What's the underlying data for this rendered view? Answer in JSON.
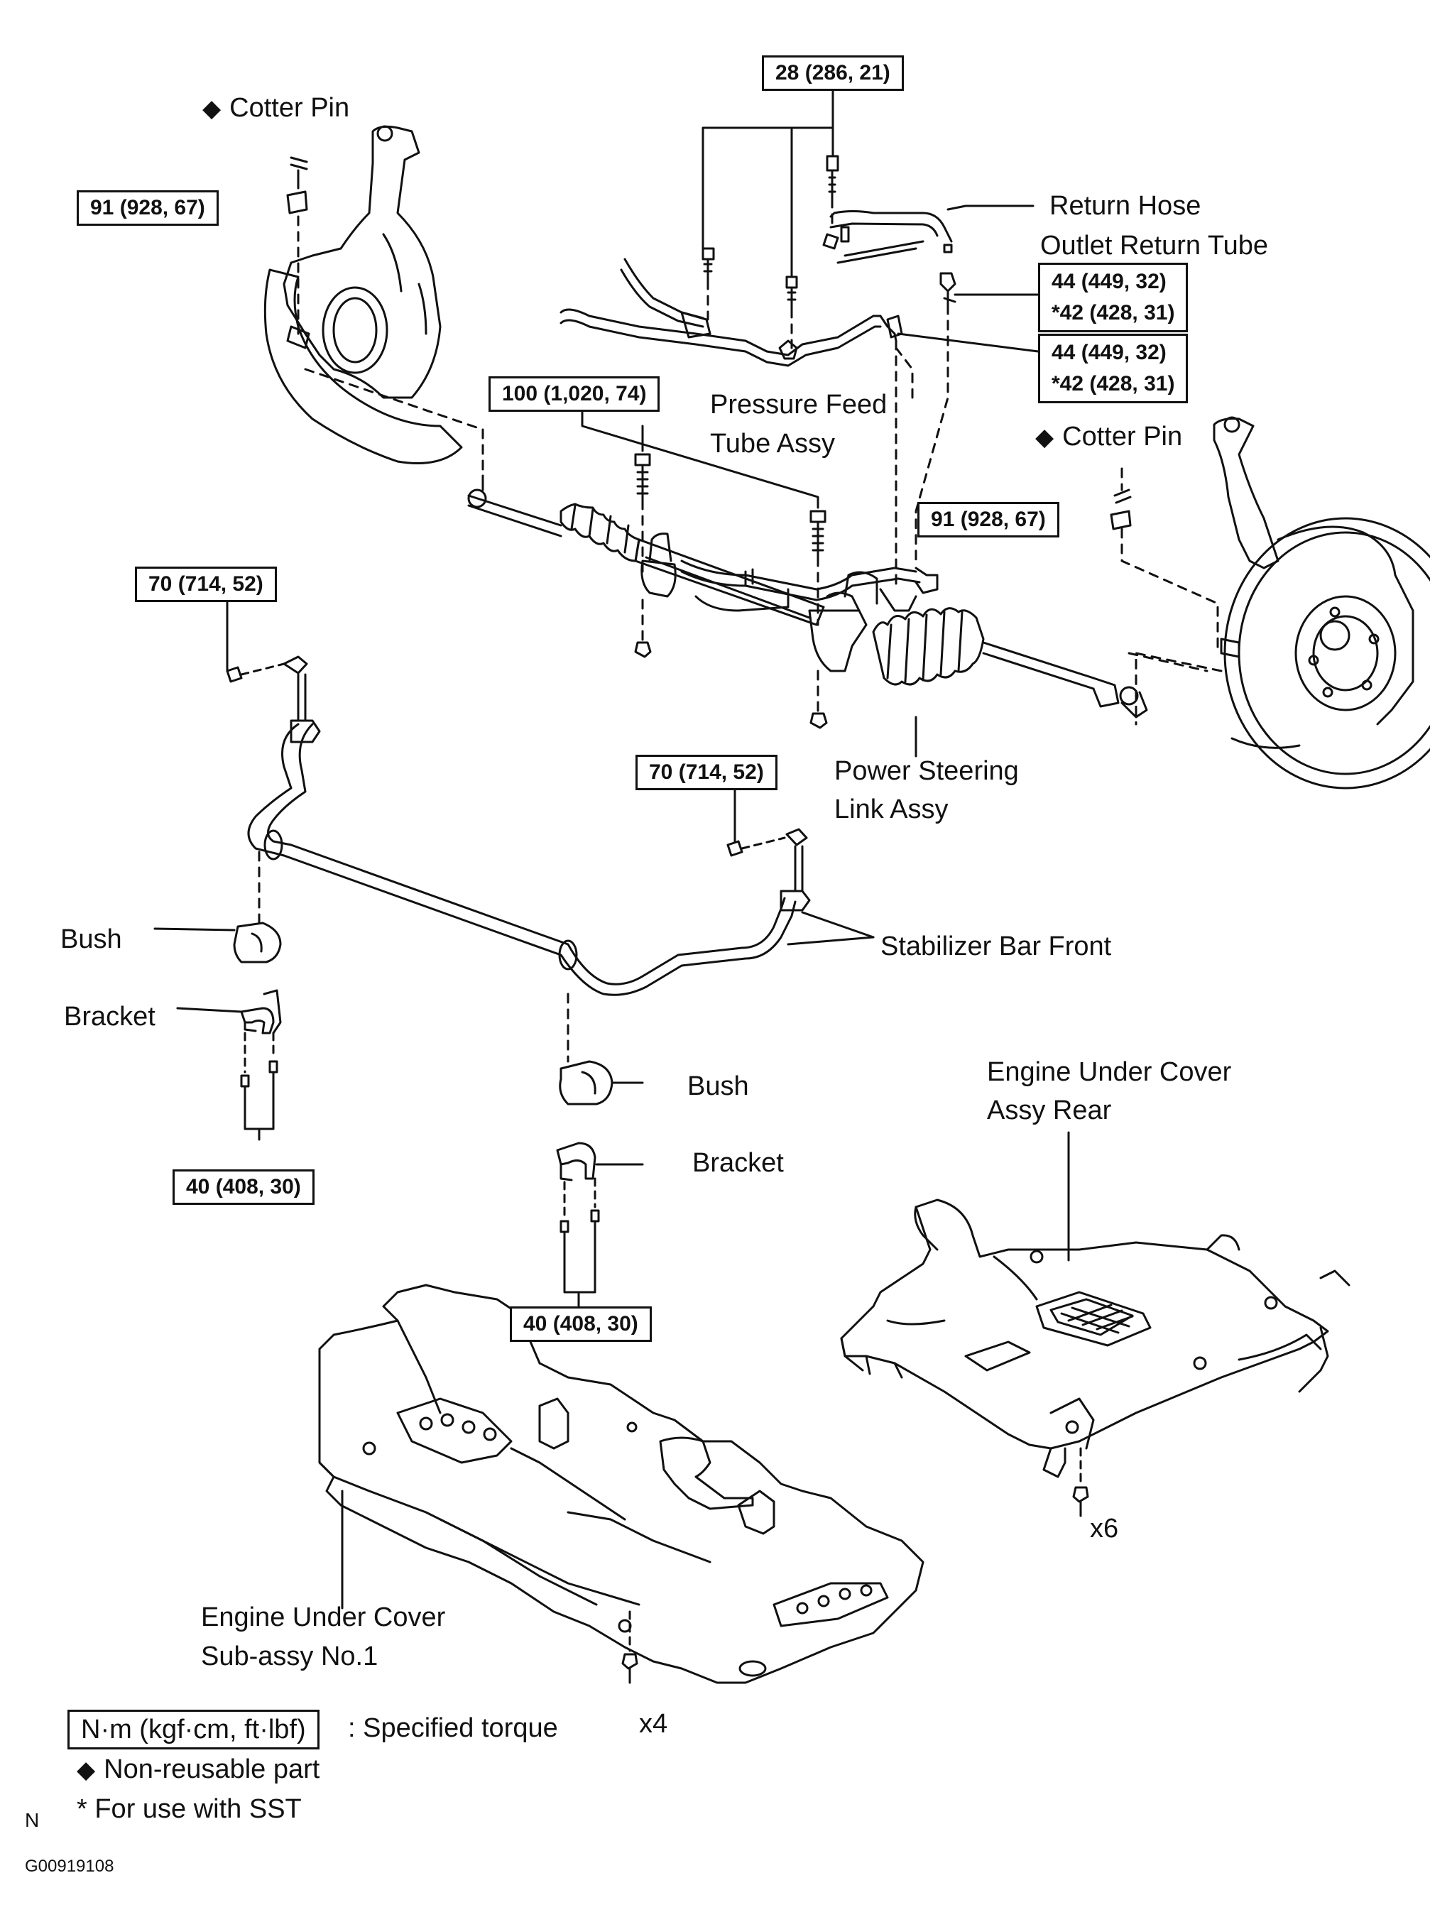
{
  "labels": {
    "cotter_pin_left": "Cotter Pin",
    "cotter_pin_right": "Cotter Pin",
    "return_hose": "Return Hose",
    "outlet_return_tube": "Outlet Return Tube",
    "pressure_feed_1": "Pressure Feed",
    "pressure_feed_2": "Tube Assy",
    "power_steering_1": "Power Steering",
    "power_steering_2": "Link Assy",
    "stabilizer_bar": "Stabilizer Bar Front",
    "bush_left": "Bush",
    "bracket_left": "Bracket",
    "bush_center": "Bush",
    "bracket_center": "Bracket",
    "under_cover_rear_1": "Engine Under Cover",
    "under_cover_rear_2": "Assy Rear",
    "under_cover_no1_1": "Engine Under Cover",
    "under_cover_no1_2": "Sub-assy No.1",
    "x6": "x6",
    "x4": "x4"
  },
  "torques": {
    "t_28": "28 (286, 21)",
    "t_91_left": "91 (928, 67)",
    "t_44_a_1": "44 (449, 32)",
    "t_44_a_2": "*42 (428, 31)",
    "t_44_b_1": "44 (449, 32)",
    "t_44_b_2": "*42 (428, 31)",
    "t_100": "100 (1,020, 74)",
    "t_91_right": "91 (928, 67)",
    "t_70_left": "70 (714, 52)",
    "t_70_right": "70 (714, 52)",
    "t_40_left": "40 (408, 30)",
    "t_40_center": "40 (408, 30)"
  },
  "legend": {
    "unit_box": "N·m (kgf·cm, ft·lbf)",
    "unit_desc": ": Specified torque",
    "non_reusable": "Non-reusable part",
    "sst": "* For use with SST",
    "diamond": "◆"
  },
  "footer": {
    "corner": "N",
    "code": "G00919108"
  }
}
